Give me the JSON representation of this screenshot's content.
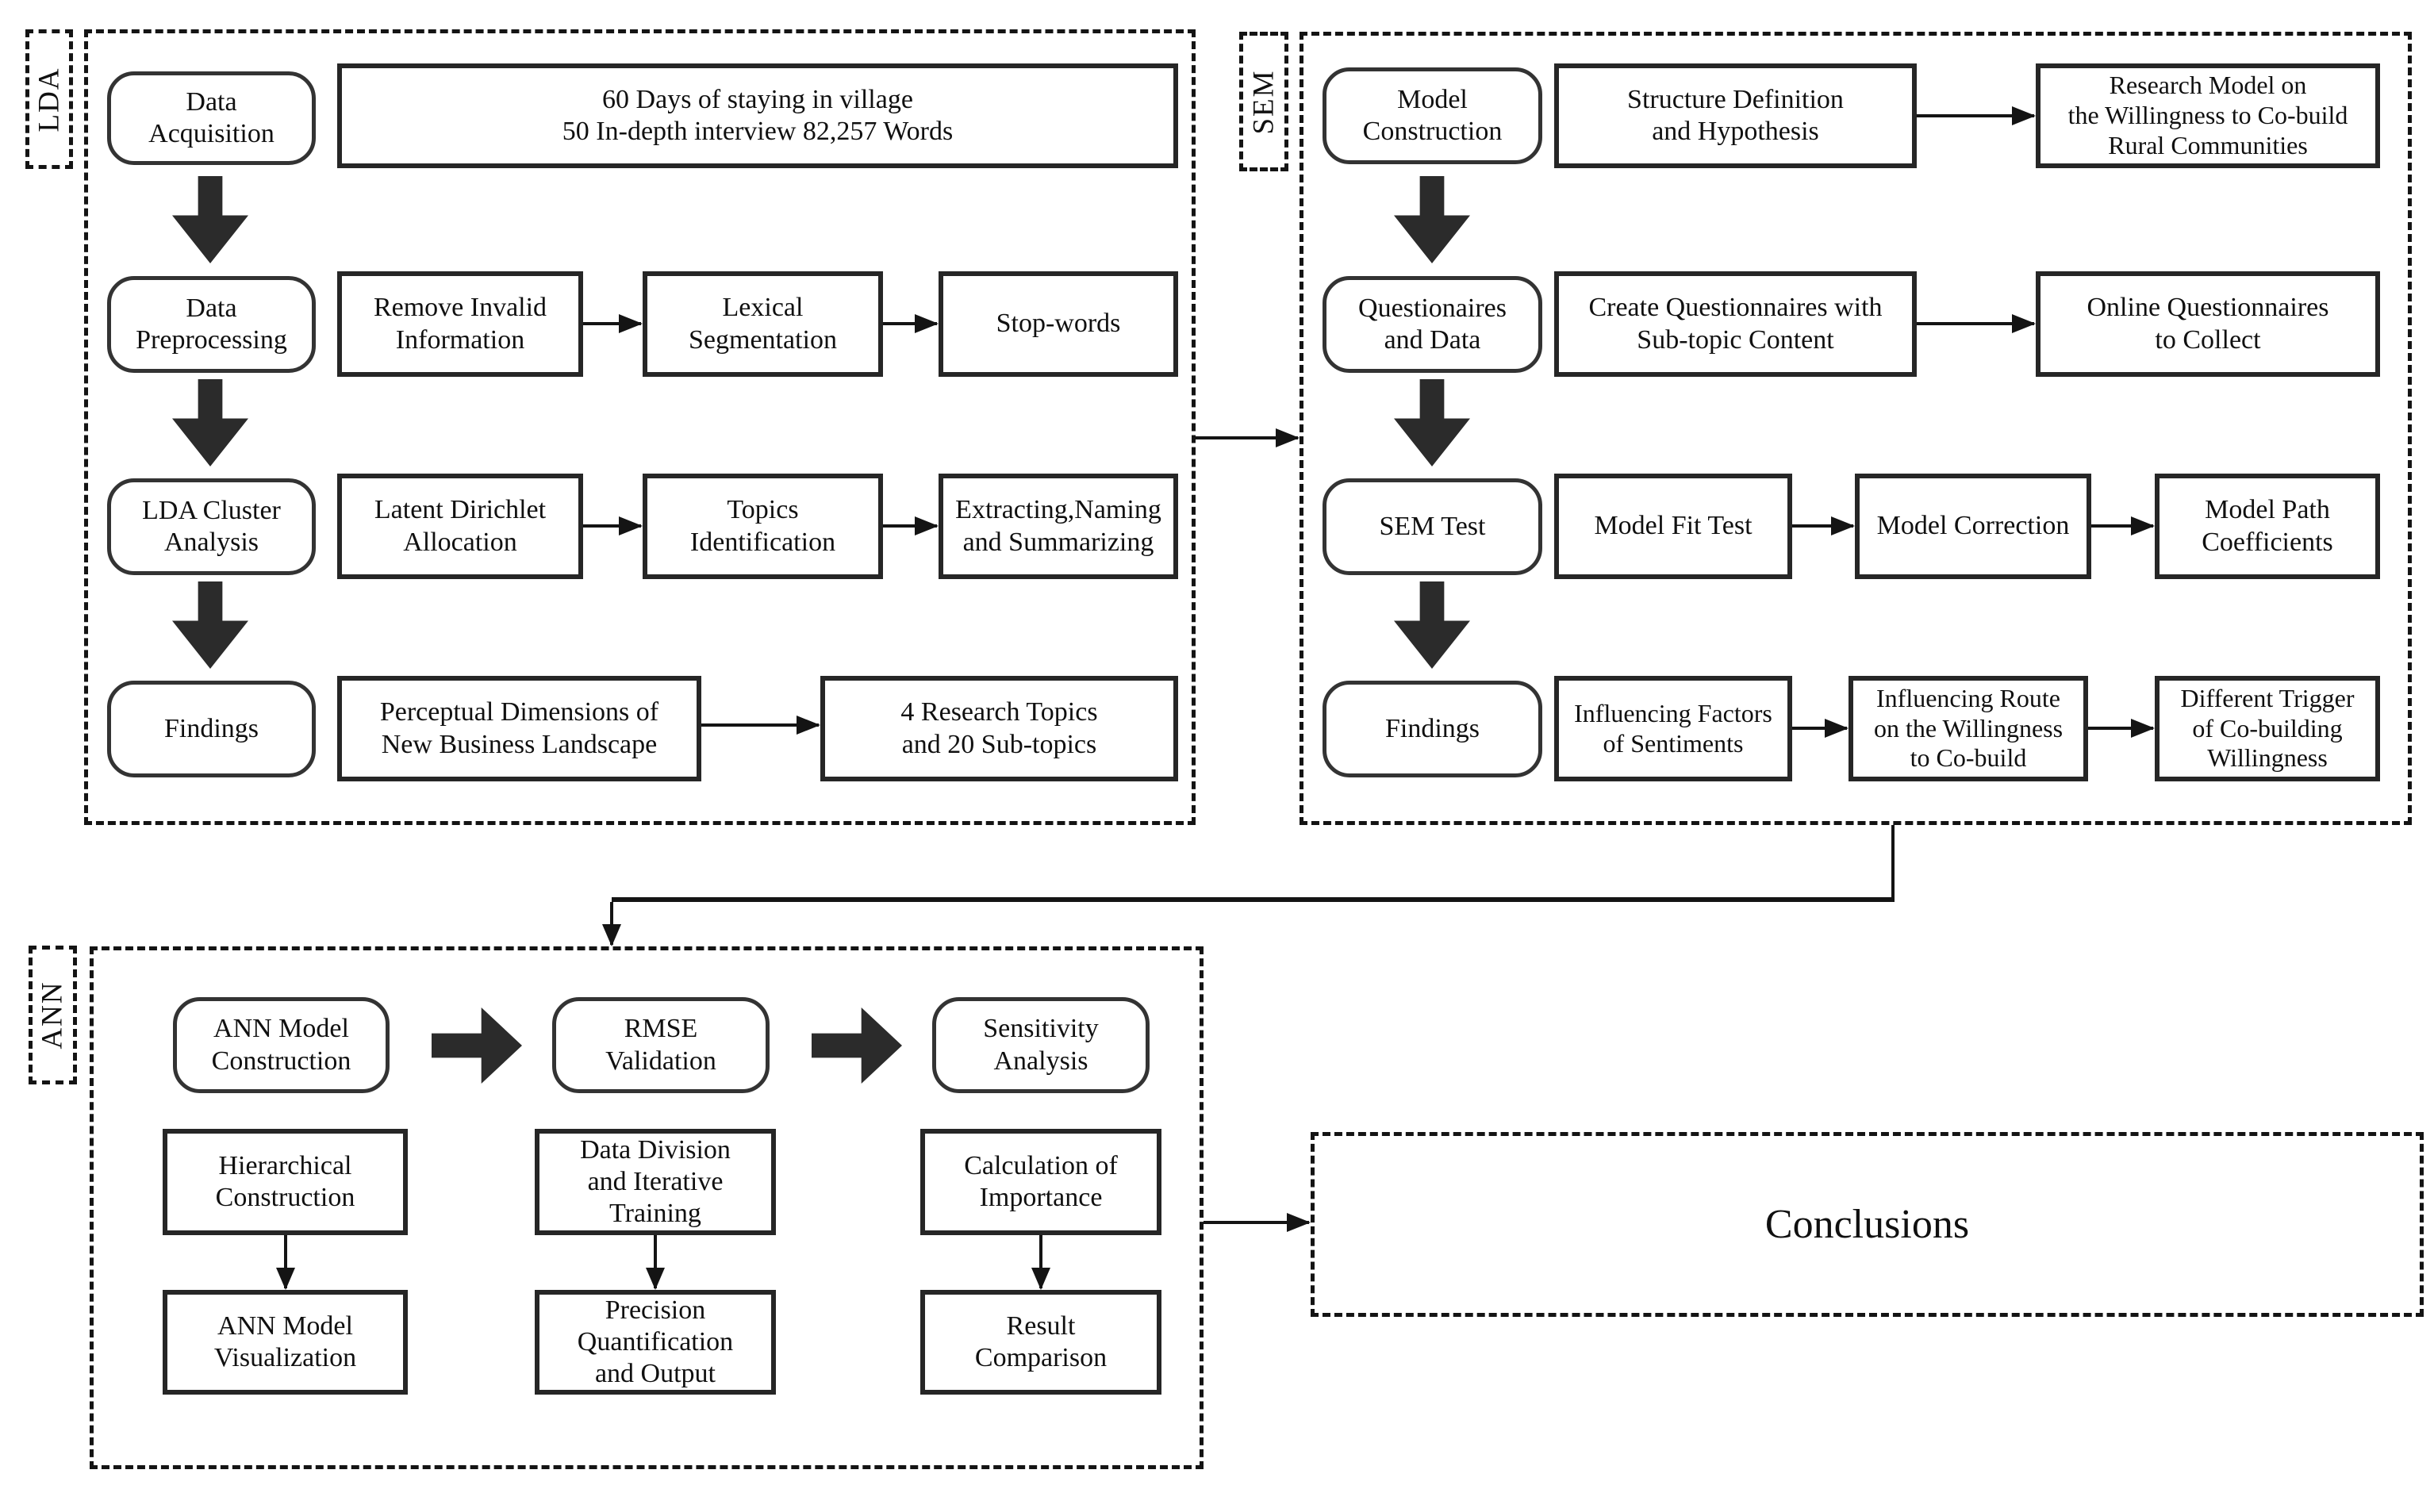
{
  "lda": {
    "label": "LDA",
    "stages": [
      "Data\nAcquisition",
      "Data\nPreprocessing",
      "LDA Cluster\nAnalysis",
      "Findings"
    ],
    "row1": [
      "60 Days of staying in village\n50 In-depth interview 82,257 Words"
    ],
    "row2": [
      "Remove Invalid\nInformation",
      "Lexical\nSegmentation",
      "Stop-words"
    ],
    "row3": [
      "Latent Dirichlet\nAllocation",
      "Topics\nIdentification",
      "Extracting,Naming\nand Summarizing"
    ],
    "row4": [
      "Perceptual Dimensions of\nNew Business Landscape",
      "4 Research Topics\nand 20 Sub-topics"
    ]
  },
  "sem": {
    "label": "SEM",
    "stages": [
      "Model\nConstruction",
      "Questionaires\nand Data",
      "SEM Test",
      "Findings"
    ],
    "row1": [
      "Structure Definition\nand Hypothesis",
      "Research Model on\nthe Willingness to Co-build\nRural Communities"
    ],
    "row2": [
      "Create Questionnaires with\nSub-topic Content",
      "Online Questionnaires\nto Collect"
    ],
    "row3": [
      "Model Fit Test",
      "Model Correction",
      "Model Path\nCoefficients"
    ],
    "row4": [
      "Influencing Factors\nof Sentiments",
      "Influencing Route\non the Willingness\nto Co-build",
      "Different Trigger\nof Co-building\nWillingness"
    ]
  },
  "ann": {
    "label": "ANN",
    "stages": [
      "ANN Model\nConstruction",
      "RMSE\nValidation",
      "Sensitivity\nAnalysis"
    ],
    "row2": [
      "Hierarchical\nConstruction",
      "Data Division\nand Iterative\nTraining",
      "Calculation of\nImportance"
    ],
    "row3": [
      "ANN Model\nVisualization",
      "Precision\nQuantification\nand Output",
      "Result\nComparison"
    ]
  },
  "conclusions": {
    "title": "Conclusions"
  }
}
